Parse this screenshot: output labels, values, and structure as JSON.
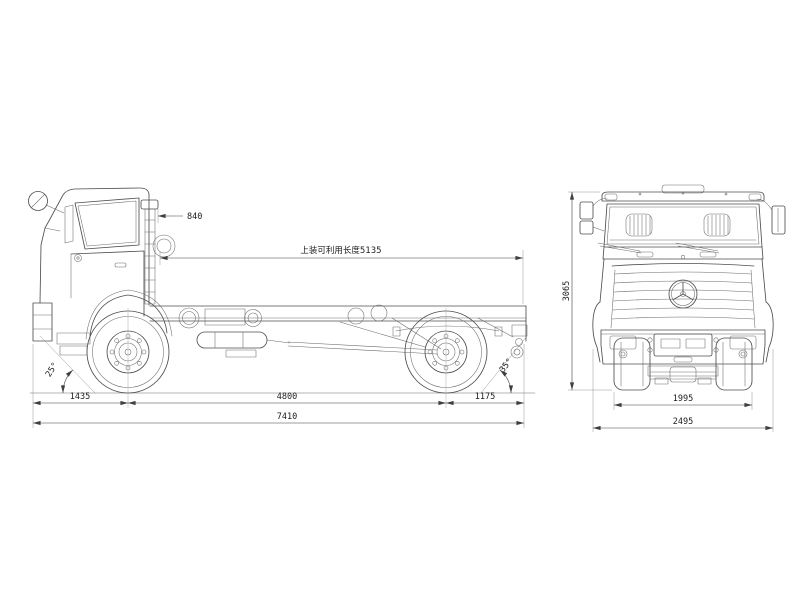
{
  "drawing": {
    "subject": "Truck chassis two-view engineering drawing",
    "side_view": {
      "dims": {
        "cab_to_body": "840",
        "usable_length": "上装可利用长度5135",
        "front_overhang": "1435",
        "wheelbase": "4800",
        "rear_overhang": "1175",
        "overall_length": "7410",
        "approach_angle": "25°",
        "departure_angle": "35°"
      }
    },
    "front_view": {
      "dims": {
        "overall_height": "3065",
        "track_width": "1995",
        "overall_width": "2495"
      }
    },
    "style": {
      "line_color": "#4f4f4f",
      "dim_color": "#3f3f3f",
      "text_color": "#1c1c1c",
      "background": "#ffffff"
    }
  }
}
